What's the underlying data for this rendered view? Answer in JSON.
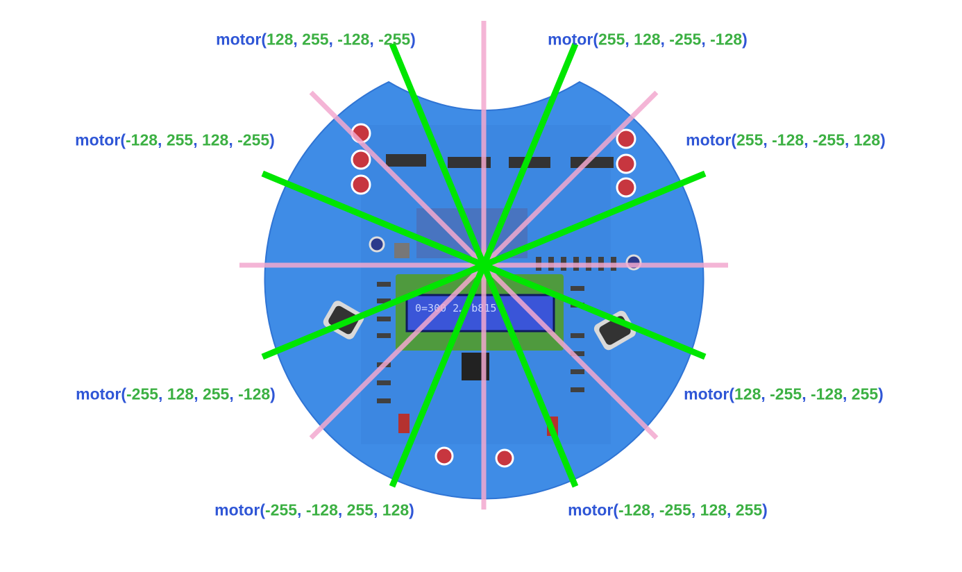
{
  "board": {
    "lcd_text": "0=300 2… b815",
    "colors": {
      "board_blue": "#3f8ce6",
      "board_edge": "#2f74d4",
      "pcb_green": "#4f9a3e",
      "lcd_blue": "#3a55d8",
      "drive_line": "#00e600",
      "axis_line": "#f3a9cf"
    }
  },
  "labels": [
    {
      "id": "n",
      "fn": "motor",
      "args": [
        "128",
        "255",
        "-128",
        "-255"
      ]
    },
    {
      "id": "ne",
      "fn": "motor",
      "args": [
        "255",
        "128",
        "-255",
        "-128"
      ]
    },
    {
      "id": "wnw",
      "fn": "motor",
      "args": [
        "-128",
        "255",
        "128",
        "-255"
      ]
    },
    {
      "id": "ene",
      "fn": "motor",
      "args": [
        "255",
        "-128",
        "-255",
        "128"
      ]
    },
    {
      "id": "wsw",
      "fn": "motor",
      "args": [
        "-255",
        "128",
        "255",
        "-128"
      ]
    },
    {
      "id": "ese",
      "fn": "motor",
      "args": [
        "128",
        "-255",
        "-128",
        "255"
      ]
    },
    {
      "id": "sw",
      "fn": "motor",
      "args": [
        "-255",
        "-128",
        "255",
        "128"
      ]
    },
    {
      "id": "se",
      "fn": "motor",
      "args": [
        "-128",
        "-255",
        "128",
        "255"
      ]
    }
  ]
}
